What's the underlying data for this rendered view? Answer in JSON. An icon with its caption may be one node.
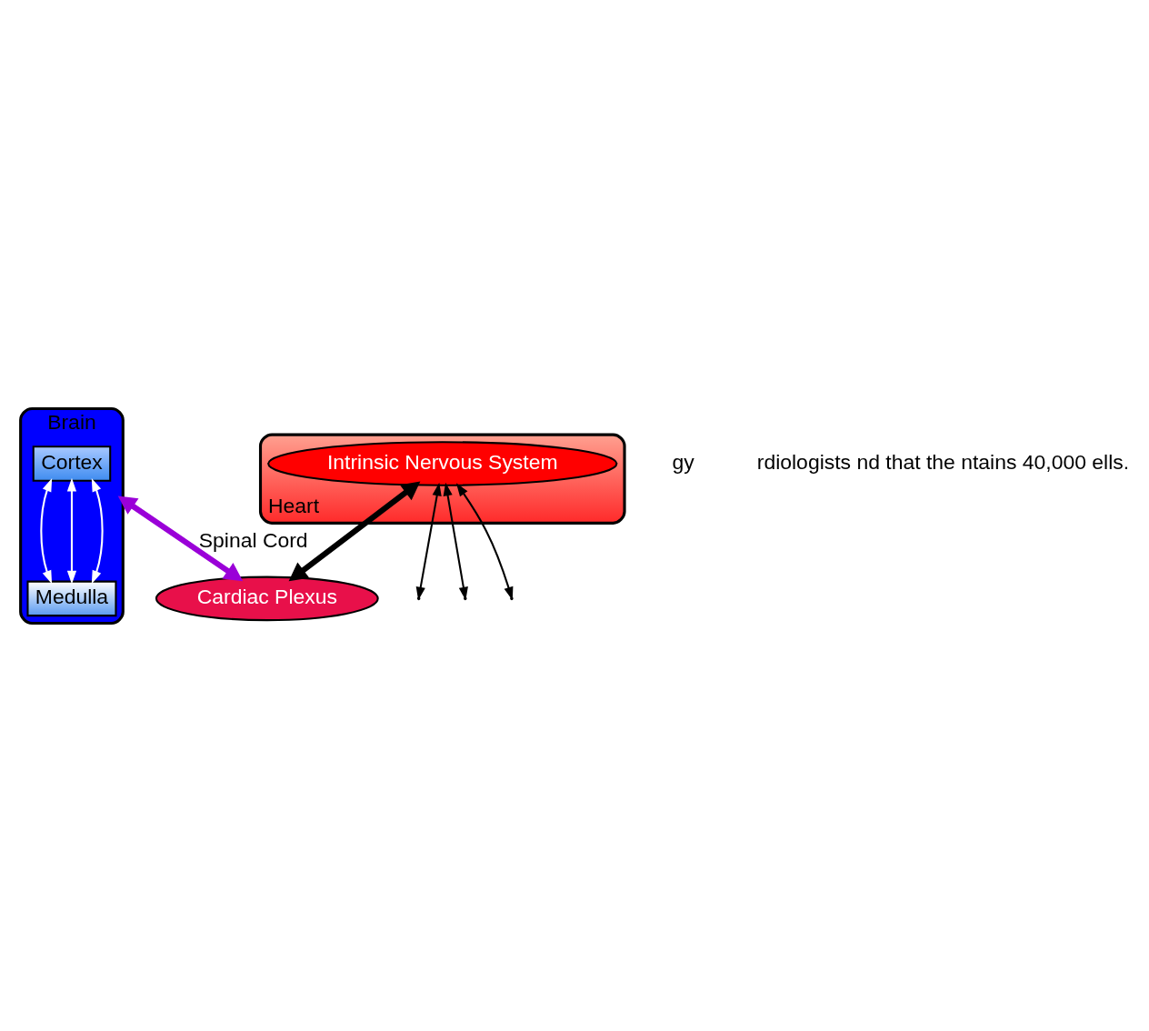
{
  "diagram": {
    "nodes": [
      {
        "text": [
          "Brain"
        ]
      },
      {
        "text": [
          "Cortex"
        ],
        "in": 0
      },
      {
        "text": [
          "Medulla"
        ],
        "in": 0
      },
      {
        "text": [
          "Heart"
        ]
      },
      {
        "text": [
          "Intrinsic Nervous System"
        ],
        "in": 3
      },
      {
        "text": [
          "Cardiac Plexus"
        ]
      }
    ],
    "edges": [
      {
        "from": 1,
        "to": 2,
        "arrow": "both",
        "color": "#ffffff"
      },
      {
        "from": 1,
        "to": 2,
        "arrow": "both",
        "color": "#ffffff"
      },
      {
        "from": 1,
        "to": 2,
        "arrow": "both",
        "color": "#ffffff"
      },
      {
        "from": 0,
        "to": 5,
        "arrow": "both",
        "label": "Spinal Cord",
        "style": "thick",
        "color": "#9a00d8"
      },
      {
        "from": 4,
        "to": 5,
        "arrow": "both",
        "style": "thick",
        "color": "#000000"
      },
      {
        "from": 4,
        "to": null,
        "arrow": "both"
      },
      {
        "from": 4,
        "to": null,
        "arrow": "both"
      },
      {
        "from": 4,
        "to": null,
        "arrow": "both"
      }
    ],
    "labels": [
      "gy",
      "rdiologists nd that the ntains 40,000 ells."
    ]
  }
}
